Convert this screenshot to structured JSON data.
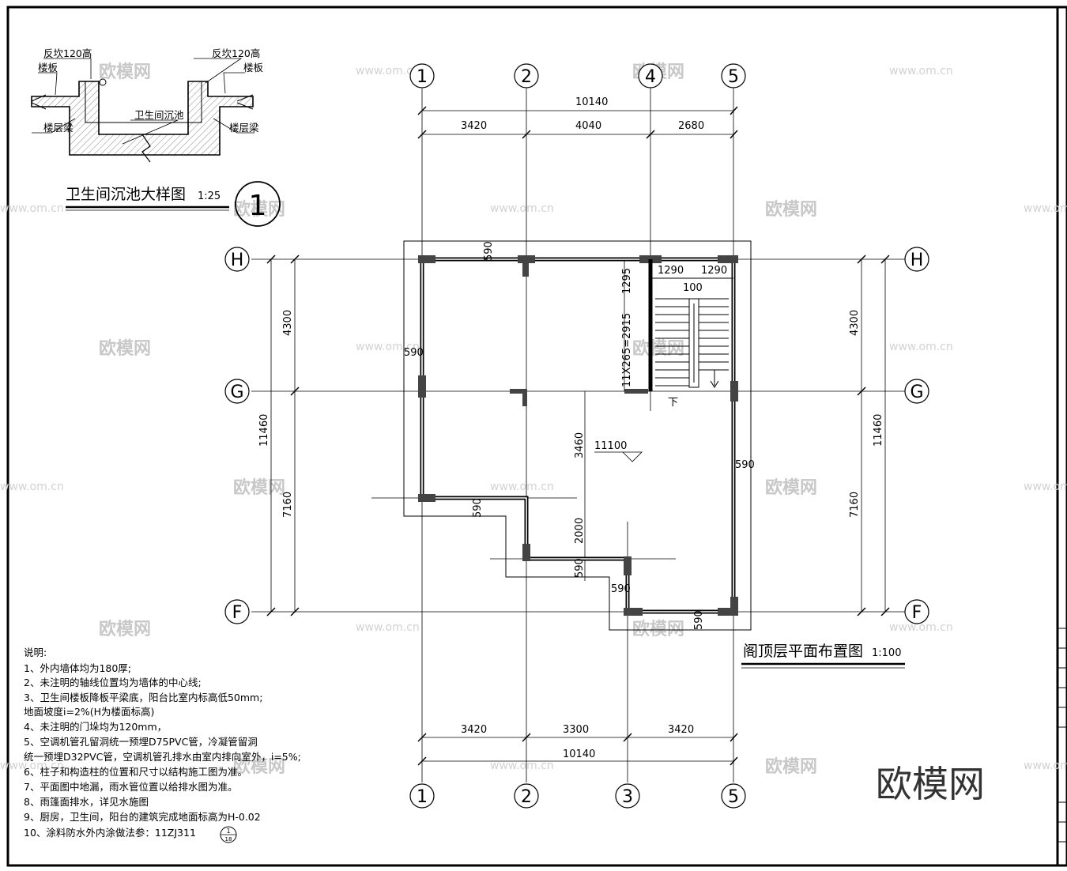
{
  "detail": {
    "labels": {
      "fanba_left": "反坎120高",
      "fanba_right": "反坎120高",
      "louban_left": "楼板",
      "louban_right": "楼板",
      "liang_left": "楼层梁",
      "liang_right": "楼层梁",
      "chenchi": "卫生间沉池"
    },
    "title": "卫生间沉池大样图",
    "scale": "1:25",
    "number": "1"
  },
  "plan": {
    "title": "阁顶层平面布置图",
    "scale": "1:100",
    "axes_top": [
      "1",
      "2",
      "4",
      "5"
    ],
    "axes_bottom": [
      "1",
      "2",
      "3",
      "5"
    ],
    "axes_rows": [
      "H",
      "G",
      "F"
    ],
    "dims_top_total": "10140",
    "dims_top": [
      "3420",
      "4040",
      "2680"
    ],
    "dims_bottom": [
      "3420",
      "3300",
      "3420"
    ],
    "dims_bottom_total": "10140",
    "dims_left_total": "11460",
    "dims_left": [
      "4300",
      "7160"
    ],
    "dims_right_total": "11460",
    "dims_right": [
      "4300",
      "7160"
    ],
    "stair_dims": [
      "1290",
      "1290",
      "100"
    ],
    "stair_height_dims": [
      "1295",
      "11X265=2915"
    ],
    "offsets": [
      "590",
      "590",
      "590",
      "590",
      "590",
      "590",
      "590"
    ],
    "inner_dims": [
      "3460",
      "2000"
    ],
    "level": "11100",
    "stair_down": "下"
  },
  "notes": {
    "heading": "说明:",
    "items": [
      "1、外内墙体均为180厚;",
      "2、未注明的轴线位置均为墙体的中心线;",
      "3、卫生间楼板降板平梁底，阳台比室内标高低50mm;",
      "   地面坡度i=2%(H为楼面标高)",
      "4、未注明的门垛均为120mm，",
      "5、空调机管孔留洞统一预埋D75PVC管，冷凝管留洞",
      "   统一预埋D32PVC管，空调机管孔排水由室内排向室外，i=5%;",
      "6、柱子和构造柱的位置和尺寸以结构施工图为准。",
      "7、平面图中地漏，雨水管位置以给排水图为准。",
      "8、雨篷面排水，详见水施图",
      "9、厨房，卫生间，阳台的建筑完成地面标高为H-0.02",
      "10、涂料防水外内涂做法参：11ZJ311"
    ],
    "ref_top": "1",
    "ref_bottom": "18"
  },
  "watermark": {
    "brand": "欧模网",
    "url": "www.om.cn"
  }
}
